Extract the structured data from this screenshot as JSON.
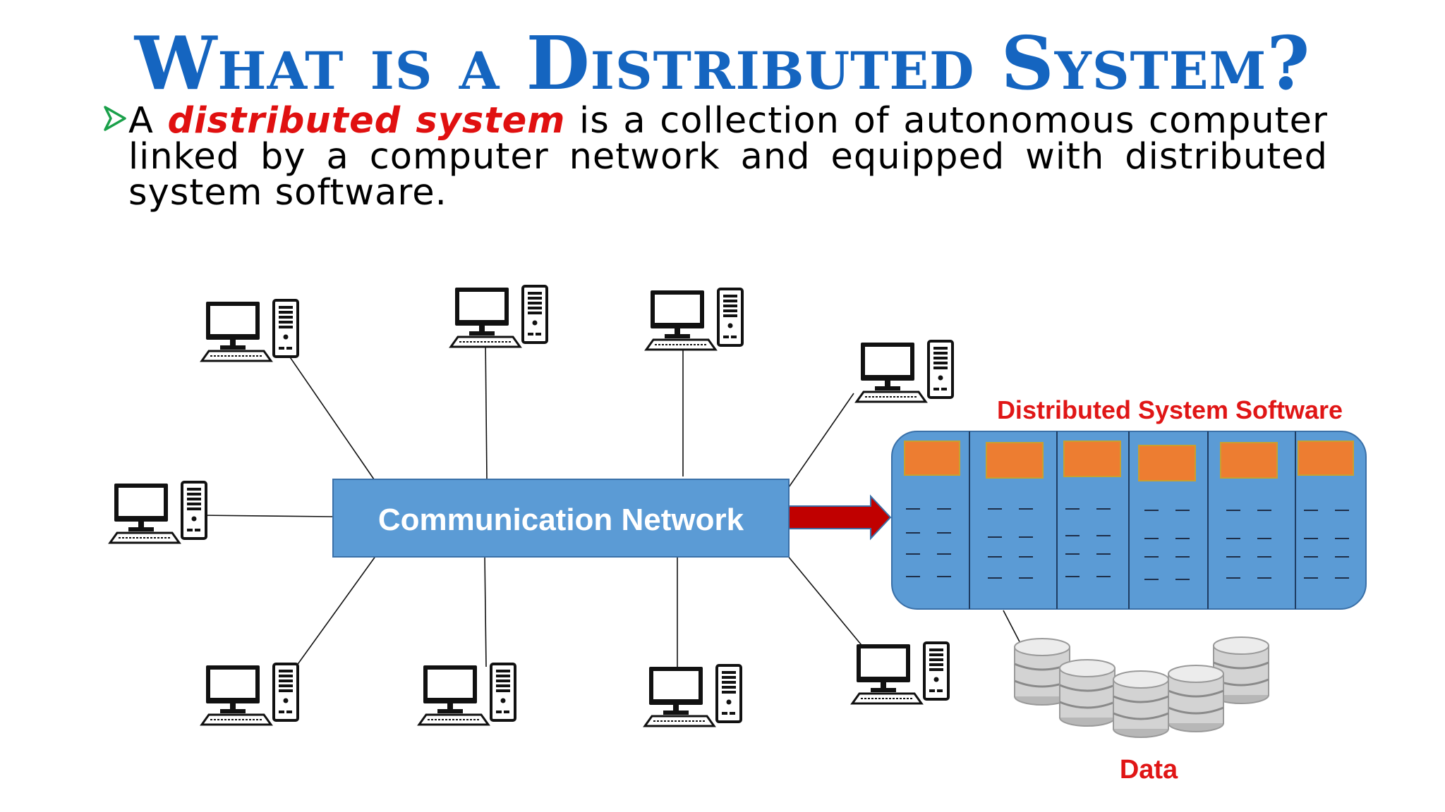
{
  "title": "What is a Distributed System?",
  "definition": {
    "prefix": "A ",
    "emphasis": "distributed system",
    "rest": " is a collection of autonomous computer linked by a computer network and equipped with distributed system software."
  },
  "diagram": {
    "network_label": "Communication Network",
    "software_label": "Distributed System Software",
    "data_label": "Data",
    "colors": {
      "title": "#1565c0",
      "network_box": "#5b9bd5",
      "software_panel": "#5b9bd5",
      "software_block": "#ed7d31",
      "arrow": "#c00000",
      "emphasis": "#e01010"
    },
    "icons": [
      "computer-icon",
      "database-icon",
      "arrow-icon"
    ]
  }
}
